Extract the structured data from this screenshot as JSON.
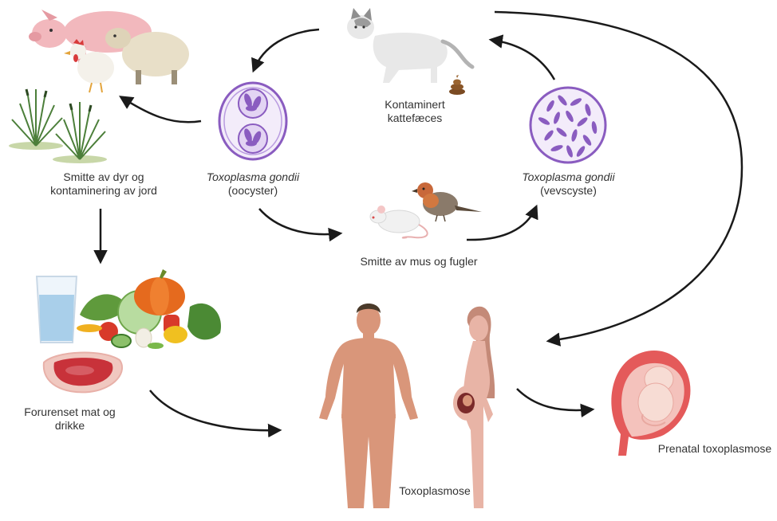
{
  "labels": {
    "cat_feces": "Kontaminert kattefæces",
    "oocyst_species": "Toxoplasma gondii",
    "oocyst_stage": "(oocyster)",
    "tissuecyst_species": "Toxoplasma gondii",
    "tissuecyst_stage": "(vevscyste)",
    "animals_soil": "Smitte av dyr og kontaminering av jord",
    "mice_birds": "Smitte av mus og fugler",
    "food_drink": "Forurenset mat og drikke",
    "toxoplasmosis": "Toxoplasmose",
    "prenatal": "Prenatal toxoplasmose"
  },
  "icons": [
    "pig-icon",
    "sheep-icon",
    "chicken-icon",
    "grass-icon",
    "cat-icon",
    "feces-icon",
    "oocyst-icon",
    "tissue-cyst-icon",
    "mouse-icon",
    "bird-icon",
    "water-glass-icon",
    "vegetables-icon",
    "pumpkin-icon",
    "meat-icon",
    "man-icon",
    "pregnant-woman-icon",
    "fetus-uterus-icon"
  ],
  "colors": {
    "arrow": "#1a1a1a",
    "parasite": "#8a5cc0",
    "cyst_fill": "#ece0f6",
    "skin": "#d9967a",
    "text": "#333333"
  }
}
